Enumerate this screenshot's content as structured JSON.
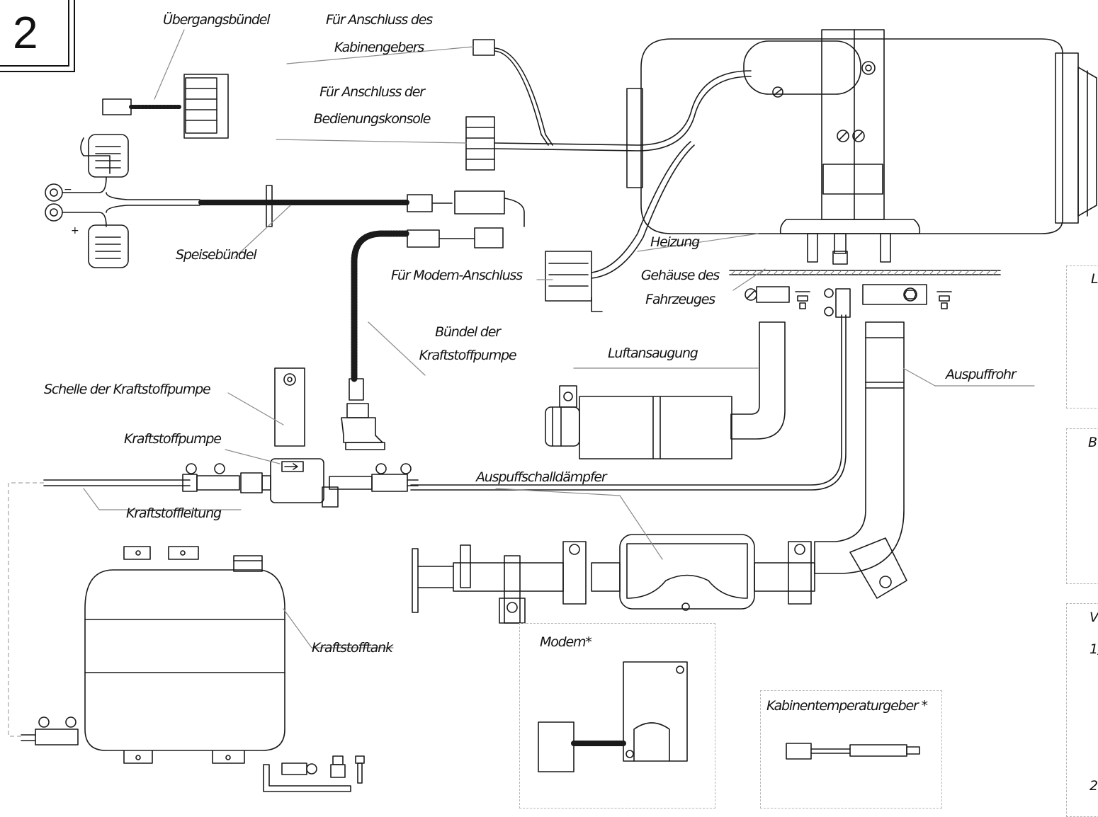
{
  "figure": {
    "number": "2"
  },
  "labels": {
    "uebergangsbuendel": "Übergangsbündel",
    "kabinengeber_1": "Für Anschluss des",
    "kabinengeber_2": "Kabinengebers",
    "bedienung_1": "Für Anschluss der",
    "bedienung_2": "Bedienungskonsole",
    "speisebuendel": "Speisebündel",
    "heizung": "Heizung",
    "modem_anschluss": "Für Modem-Anschluss",
    "gehaeuse_1": "Gehäuse des",
    "gehaeuse_2": "Fahrzeuges",
    "buendel_pumpe_1": "Bündel der",
    "buendel_pumpe_2": "Kraftstoffpumpe",
    "luftansaugung": "Luftansaugung",
    "auspuffrohr": "Auspuffrohr",
    "schelle": "Schelle der Kraftstoffpumpe",
    "kraftstoffpumpe": "Kraftstoffpumpe",
    "kraftstoffleitung": "Kraftstoffleitung",
    "auspuffschalldaempfer": "Auspuffschalldämpfer",
    "kraftstofftank": "Kraftstofftank",
    "modem": "Modem*",
    "kabinentemperaturgeber": "Kabinentemperaturgeber *"
  },
  "polarity": {
    "minus": "−",
    "plus": "+"
  },
  "side_panel": {
    "l1": "L",
    "l2": "B",
    "l3": "V",
    "l4": "1,",
    "l5": "2"
  },
  "colors": {
    "line": "#1a1a1a",
    "leader": "#8a8a8a",
    "dashed": "#b5b5b5"
  }
}
